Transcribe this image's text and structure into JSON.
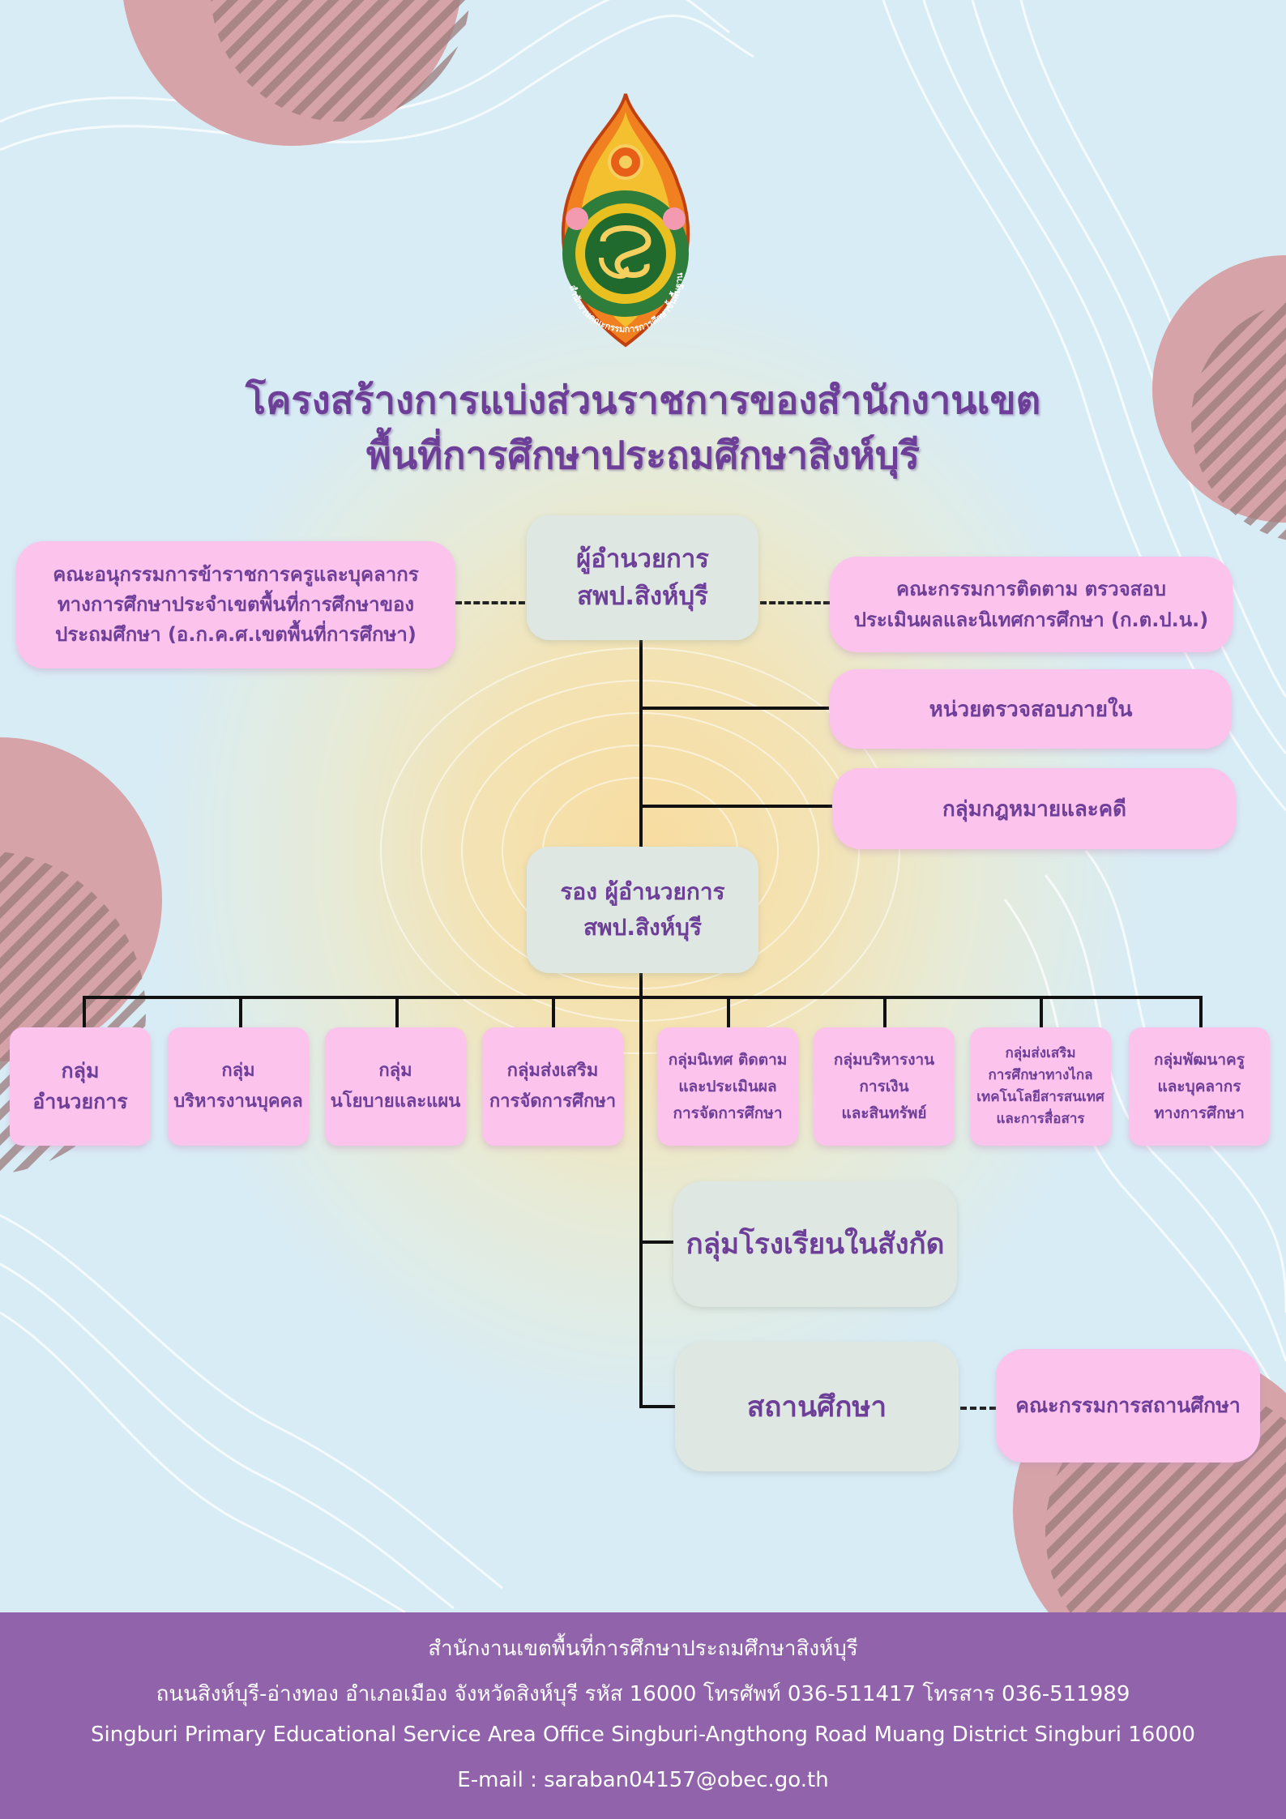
{
  "title": {
    "line1": "โครงสร้างการแบ่งส่วนราชการของสำนักงานเขต",
    "line2": "พื้นที่การศึกษาประถมศึกษาสิงห์บุรี"
  },
  "director": {
    "line1": "ผู้อำนวยการ",
    "line2": "สพป.สิงห์บุรี"
  },
  "subcommittee": {
    "line1": "คณะอนุกรรมการข้าราชการครูและบุคลากร",
    "line2": "ทางการศึกษาประจำเขตพื้นที่การศึกษาของ",
    "line3": "ประถมศึกษา (อ.ก.ค.ศ.เขตพื้นที่การศึกษา)"
  },
  "monitoring_committee": {
    "line1": "คณะกรรมการติดตาม ตรวจสอบ",
    "line2": "ประเมินผลและนิเทศการศึกษา (ก.ต.ป.น.)"
  },
  "internal_audit": "หน่วยตรวจสอบภายใน",
  "legal_group": "กลุ่มกฎหมายและคดี",
  "deputy_director": {
    "line1": "รอง ผู้อำนวยการ",
    "line2": "สพป.สิงห์บุรี"
  },
  "groups": [
    {
      "lines": [
        "กลุ่ม",
        "อำนวยการ"
      ]
    },
    {
      "lines": [
        "กลุ่ม",
        "บริหารงานบุคคล"
      ]
    },
    {
      "lines": [
        "กลุ่ม",
        "นโยบายและแผน"
      ]
    },
    {
      "lines": [
        "กลุ่มส่งเสริม",
        "การจัดการศึกษา"
      ]
    },
    {
      "lines": [
        "กลุ่มนิเทศ ติดตาม",
        "และประเมินผล",
        "การจัดการศึกษา"
      ]
    },
    {
      "lines": [
        "กลุ่มบริหารงาน",
        "การเงิน",
        "และสินทรัพย์"
      ]
    },
    {
      "lines": [
        "กลุ่มส่งเสริม",
        "การศึกษาทางไกล",
        "เทคโนโลยีสารสนเทศ",
        "และการสื่อสาร"
      ]
    },
    {
      "lines": [
        "กลุ่มพัฒนาครู",
        "และบุคลากร",
        "ทางการศึกษา"
      ]
    }
  ],
  "school_groups": "กลุ่มโรงเรียนในสังกัด",
  "schools": "สถานศึกษา",
  "school_board": "คณะกรรมการสถานศึกษา",
  "footer": {
    "line1": "สำนักงานเขตพื้นที่การศึกษาประถมศึกษาสิงห์บุรี",
    "line2": "ถนนสิงห์บุรี-อ่างทอง อำเภอเมือง จังหวัดสิงห์บุรี รหัส 16000 โทรศัพท์ 036-511417 โทรสาร 036-511989",
    "line3": "Singburi Primary Educational Service Area Office Singburi-Angthong Road Muang District Singburi 16000",
    "line4": "E-mail : saraban04157@obec.go.th"
  },
  "logo": {
    "icon": "obec-emblem-logo",
    "ring_text": "สำนักงานคณะกรรมการการศึกษาขั้นพื้นฐาน"
  },
  "colors": {
    "title": "#6d3f98",
    "pink_box": "#fcc3ec",
    "gray_box": "#dfe7e3",
    "footer": "#9163aa",
    "connector": "#111111"
  }
}
